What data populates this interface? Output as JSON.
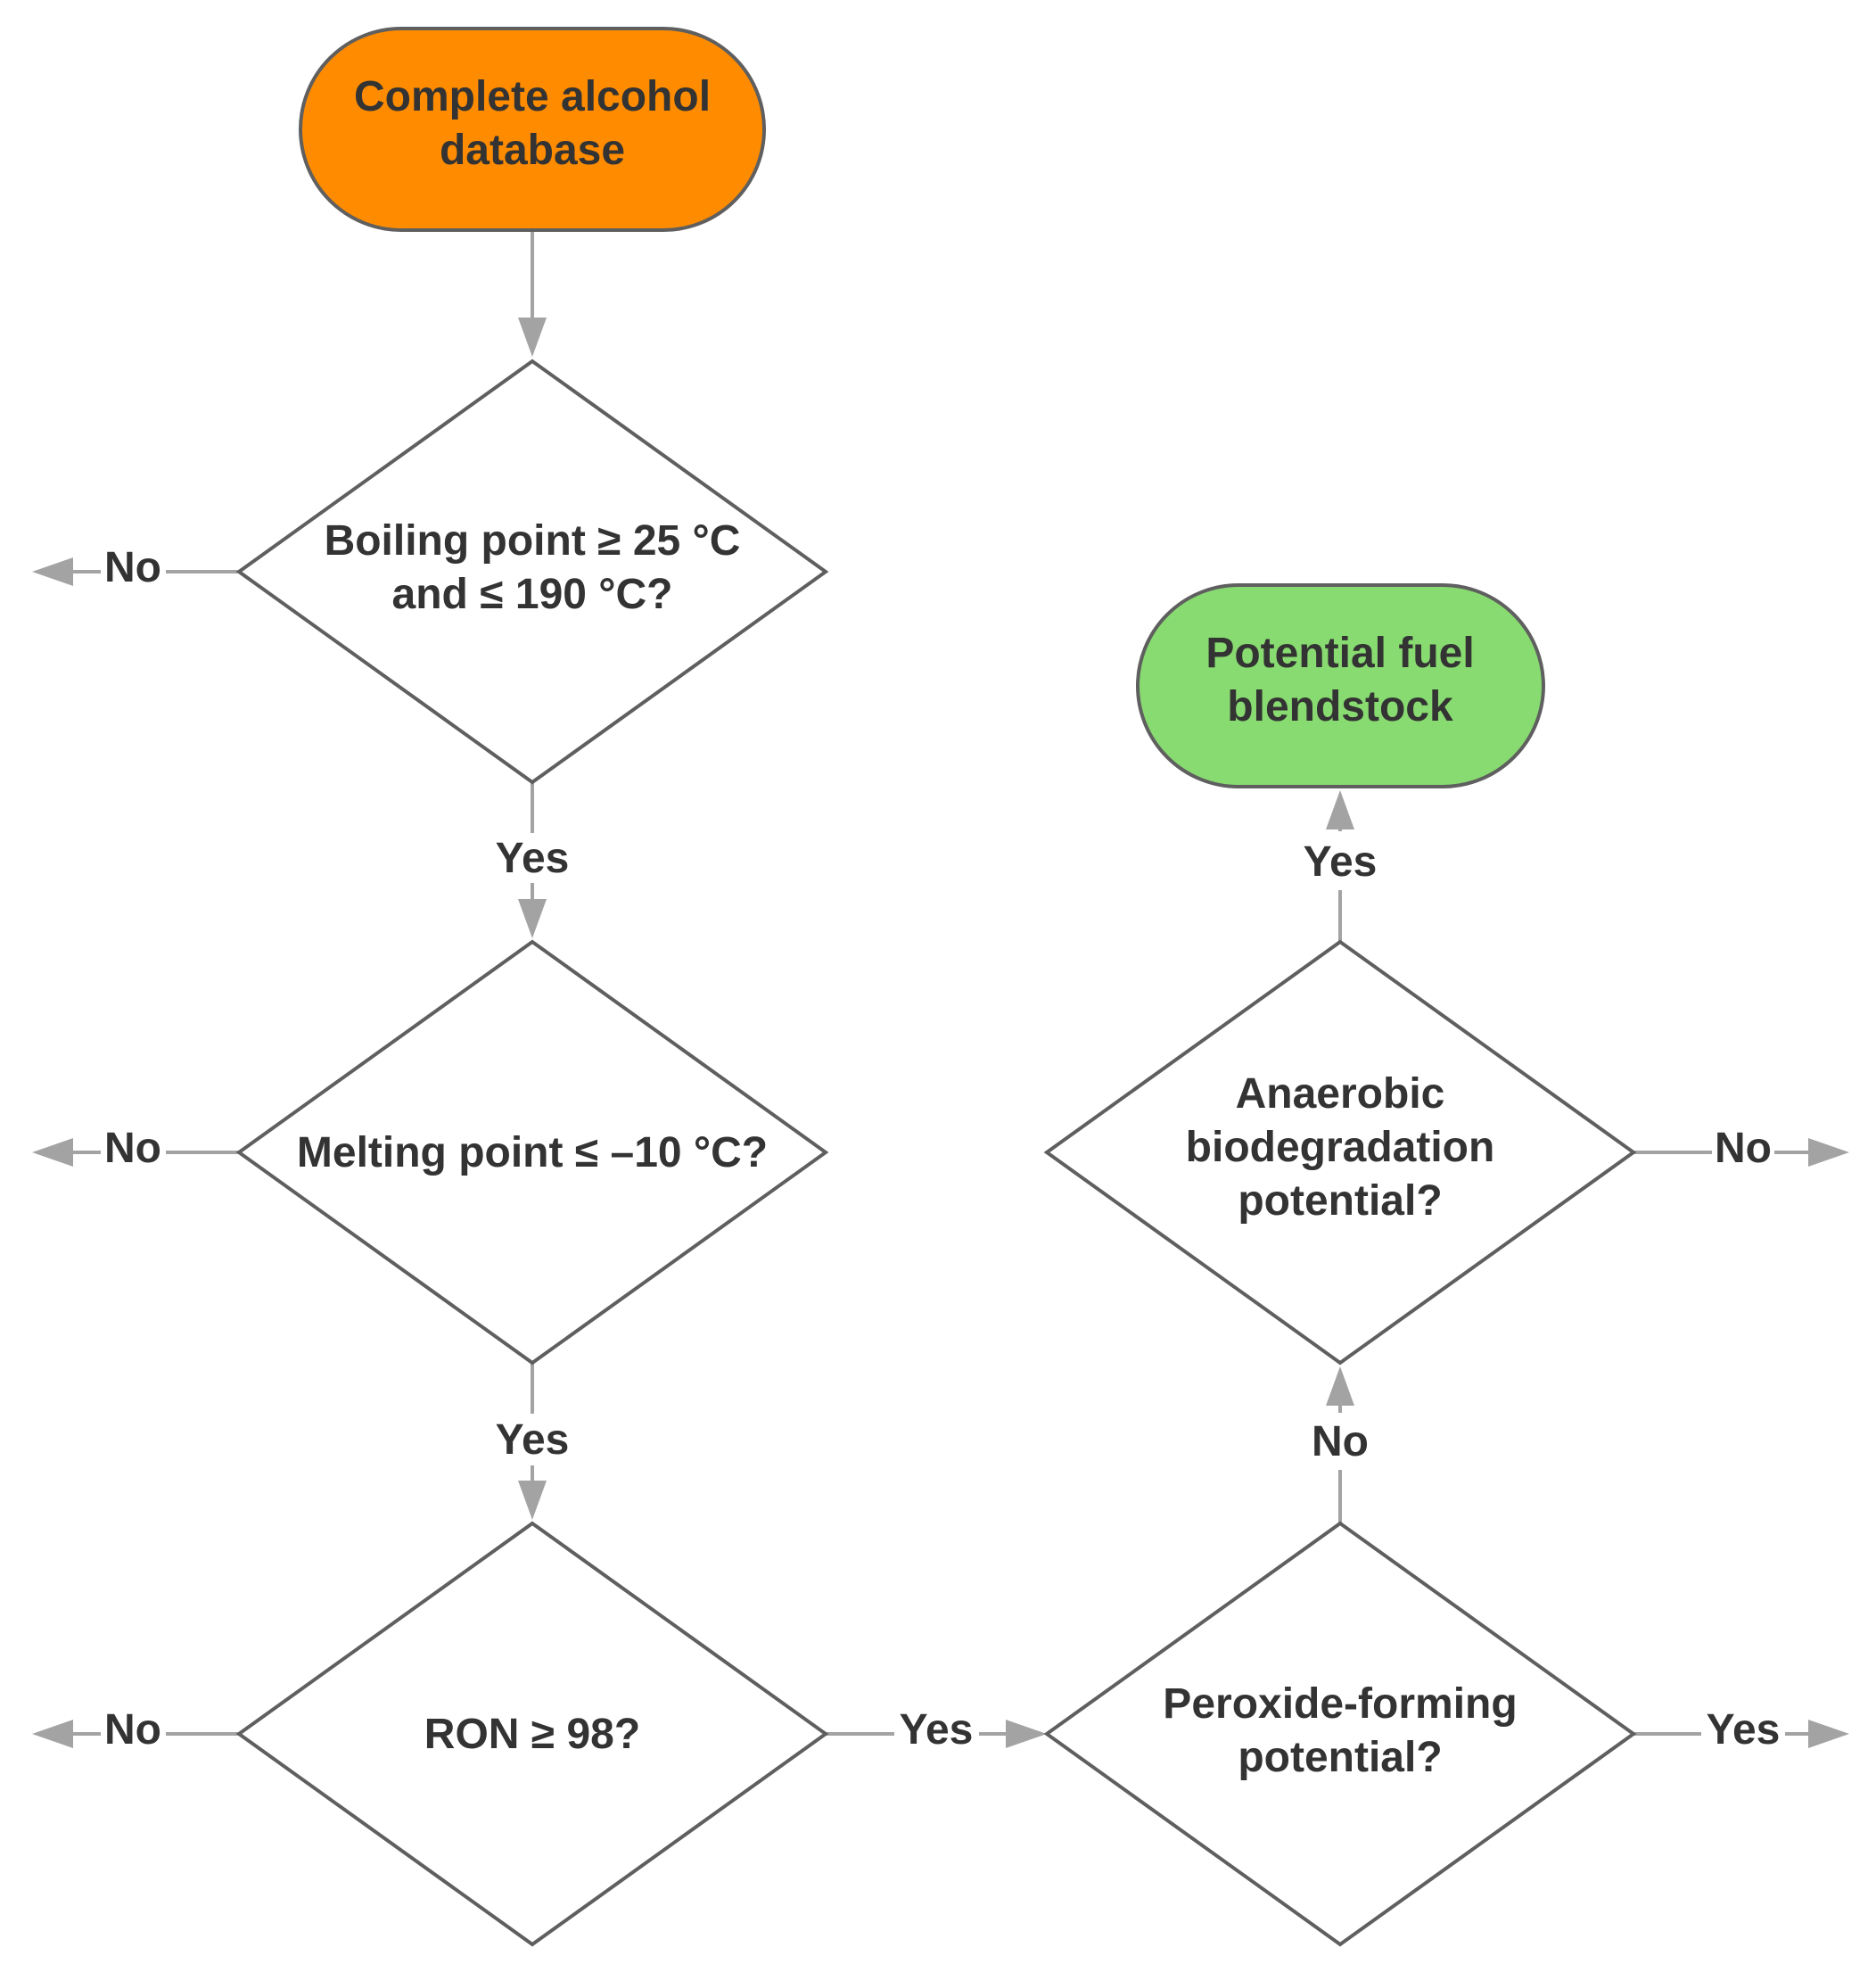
{
  "colors": {
    "start_fill": "#ff8c00",
    "end_fill": "#88db70",
    "decision_fill": "#ffffff",
    "outline": "#5f5f5f",
    "connector": "#a3a3a3",
    "text": "#333333"
  },
  "nodes": {
    "start": {
      "line1": "Complete alcohol",
      "line2": "database"
    },
    "boiling": {
      "line1": "Boiling point ≥ 25 °C",
      "line2": "and ≤ 190 °C?"
    },
    "melting": {
      "line1": "Melting point ≤ –10 °C?"
    },
    "ron": {
      "line1": "RON ≥ 98?"
    },
    "peroxide": {
      "line1": "Peroxide-forming",
      "line2": "potential?"
    },
    "anaerobic": {
      "line1": "Anaerobic",
      "line2": "biodegradation",
      "line3": "potential?"
    },
    "end": {
      "line1": "Potential fuel",
      "line2": "blendstock"
    }
  },
  "edges": {
    "boiling_no": "No",
    "boiling_yes": "Yes",
    "melting_no": "No",
    "melting_yes": "Yes",
    "ron_no": "No",
    "ron_yes": "Yes",
    "peroxide_yes": "Yes",
    "peroxide_no": "No",
    "anaerobic_no": "No",
    "anaerobic_yes": "Yes"
  }
}
